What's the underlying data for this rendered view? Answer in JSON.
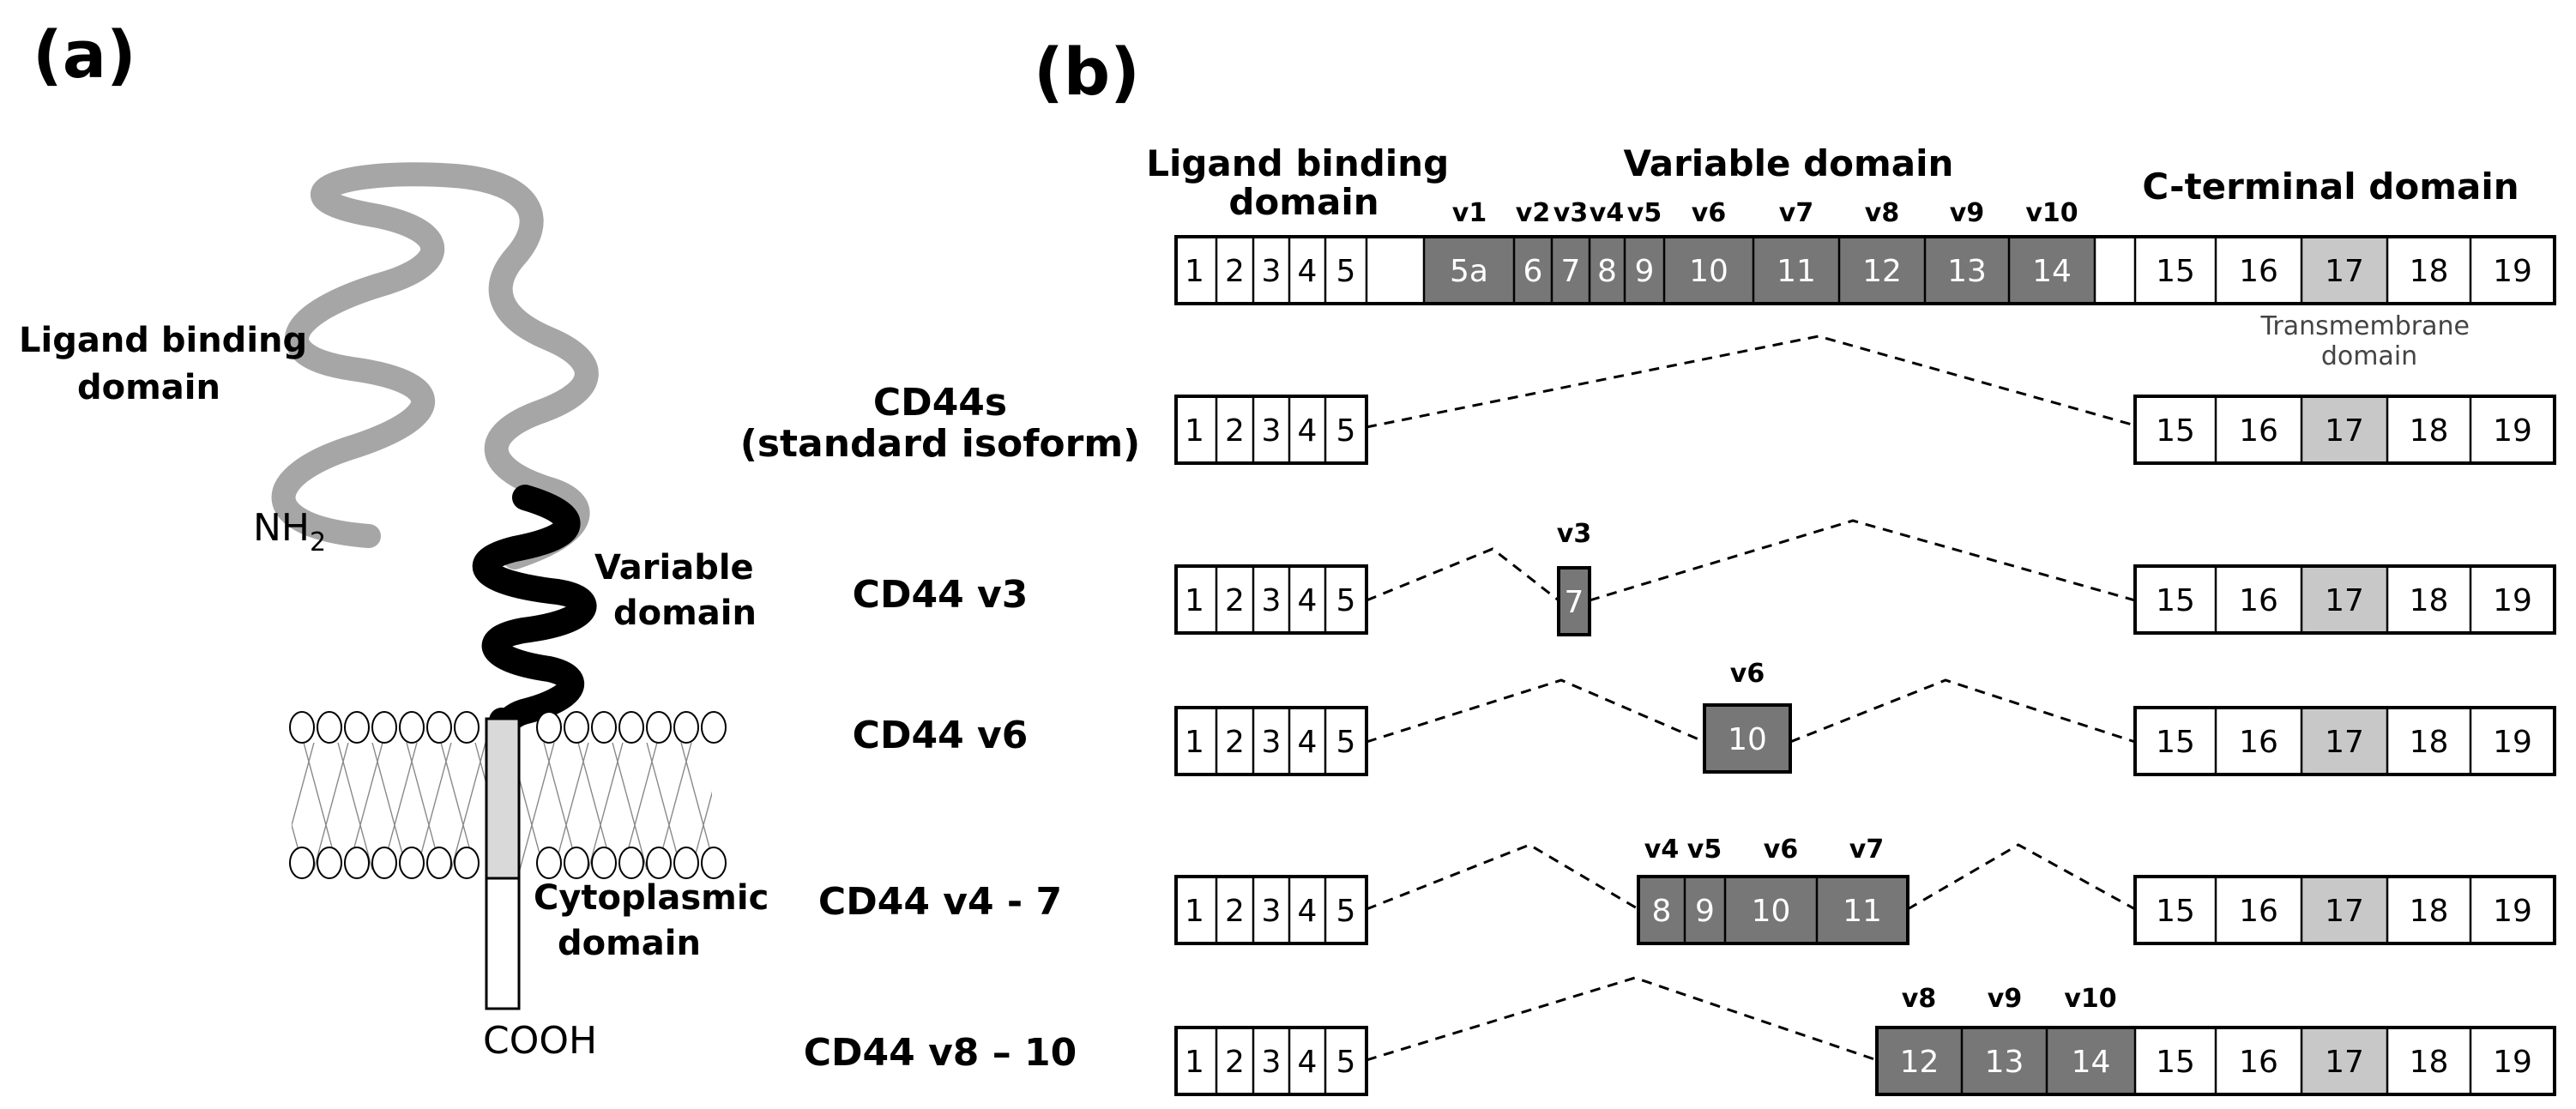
{
  "panel_a": {
    "label": "(a)",
    "ligand_label": [
      "Ligand binding",
      "domain"
    ],
    "nh2_label": "NH",
    "nh2_sub": "2",
    "variable_label": [
      "Variable",
      "domain"
    ],
    "cytoplasmic_label": [
      "Cytoplasmic",
      "domain"
    ],
    "cooh_label": "COOH"
  },
  "panel_b": {
    "label": "(b)",
    "header_ligand": [
      "Ligand binding",
      "domain"
    ],
    "header_variable": "Variable domain",
    "header_cterm": "C-terminal domain",
    "transmembrane_label": [
      "Transmembrane",
      "domain"
    ],
    "full_exons": [
      "1",
      "2",
      "3",
      "4",
      "5",
      "5a",
      "6",
      "7",
      "8",
      "9",
      "10",
      "11",
      "12",
      "13",
      "14",
      "15",
      "16",
      "17",
      "18",
      "19"
    ],
    "variant_labels_top": [
      "v1",
      "v2",
      "v3",
      "v4",
      "v5",
      "v6",
      "v7",
      "v8",
      "v9",
      "v10"
    ],
    "ligand_exons": [
      "1",
      "2",
      "3",
      "4",
      "5"
    ],
    "cterm_exons": [
      "15",
      "16",
      "17",
      "18",
      "19"
    ],
    "rows": [
      {
        "name": [
          "CD44s",
          "(standard isoform)"
        ],
        "variable_exons": [],
        "variant_labels": []
      },
      {
        "name": [
          "CD44 v3"
        ],
        "variable_exons": [
          "7"
        ],
        "variant_labels": [
          "v3"
        ]
      },
      {
        "name": [
          "CD44 v6"
        ],
        "variable_exons": [
          "10"
        ],
        "variant_labels": [
          "v6"
        ]
      },
      {
        "name": [
          "CD44 v4 - 7"
        ],
        "variable_exons": [
          "8",
          "9",
          "10",
          "11"
        ],
        "variant_labels": [
          "v4",
          "v5",
          "v6",
          "v7"
        ]
      },
      {
        "name": [
          "CD44 v8 – 10"
        ],
        "variable_exons": [
          "12",
          "13",
          "14"
        ],
        "variant_labels": [
          "v8",
          "v9",
          "v10"
        ]
      }
    ]
  },
  "colors": {
    "variable_exon": "#777777",
    "transmembrane_exon": "#c8c8c8",
    "ligand_chain": "#a6a6a6",
    "variable_chain": "#000000"
  }
}
